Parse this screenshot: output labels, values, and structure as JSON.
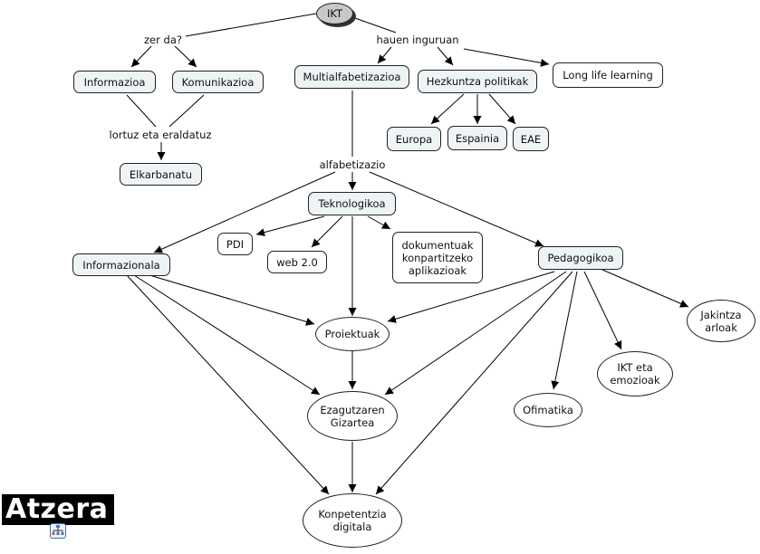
{
  "title": "IKT",
  "nodes": {
    "ikt": "IKT",
    "informazioa": "Informazioa",
    "komunikazioa": "Komunikazioa",
    "elkarbanatu": "Elkarbanatu",
    "multialfabetizazioa": "Multialfabetizazioa",
    "hezkuntza": "Hezkuntza politikak",
    "longlife": "Long life learning",
    "europa": "Europa",
    "espainia": "Espainia",
    "eae": "EAE",
    "teknologikoa": "Teknologikoa",
    "pdi": "PDI",
    "web": "web 2.0",
    "dokumentuak": "dokumentuak\nkonpartitzeko\naplikazioak",
    "informazionala": "Informazionala",
    "pedagogikoa": "Pedagogikoa",
    "proiektuak": "Proiektuak",
    "ezagutzaren": "Ezagutzaren\nGizartea",
    "konpetentzia": "Konpetentzia\ndigitala",
    "jakintza": "Jakintza\narloak",
    "emozioak": "IKT eta\nemozioak",
    "ofimatika": "Ofimatika"
  },
  "linking_phrases": {
    "zerda": "zer da?",
    "hauen": "hauen inguruan",
    "lortuz": "lortuz eta eraldatuz",
    "alfabetizazio": "alfabetizazio"
  },
  "back_button": "Atzera",
  "back_icon": "concept-map-icon"
}
